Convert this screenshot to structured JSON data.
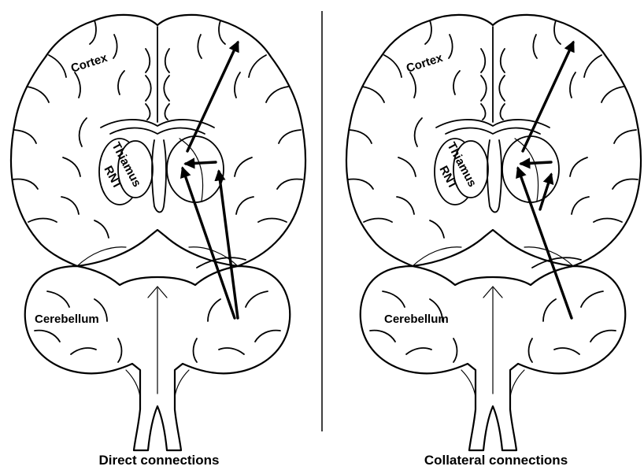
{
  "panels": [
    {
      "caption": "Direct connections",
      "labels": {
        "cortex": "Cortex",
        "thalamus": "Thiamus",
        "rnt": "RNT",
        "cerebellum": "Cerebellum"
      }
    },
    {
      "caption": "Collateral connections",
      "labels": {
        "cortex": "Cortex",
        "thalamus": "Thiamus",
        "rnt": "RNT",
        "cerebellum": "Cerebellum"
      }
    }
  ]
}
